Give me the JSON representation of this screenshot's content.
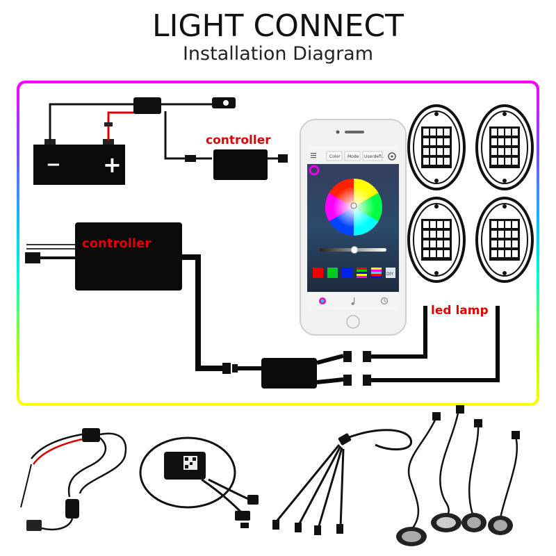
{
  "header": {
    "title": "LIGHT CONNECT",
    "subtitle": "Installation Diagram"
  },
  "labels": {
    "controller_top": "controller",
    "controller_main": "controller",
    "led_lamp": "led lamp"
  },
  "battery": {
    "minus": "−",
    "plus": "+"
  },
  "phone_app": {
    "tabs": [
      "Color",
      "Mode",
      "Userdefi.."
    ],
    "diy_label": "DIY"
  },
  "colors": {
    "frame_top": "#ff00ff",
    "frame_bottom": "#ffff00",
    "label_red": "#e00000",
    "wire": "#111111",
    "red_wire": "#e00000"
  },
  "icons": [
    "menu-icon",
    "gear-icon",
    "color-wheel-icon",
    "music-icon",
    "timer-icon"
  ]
}
